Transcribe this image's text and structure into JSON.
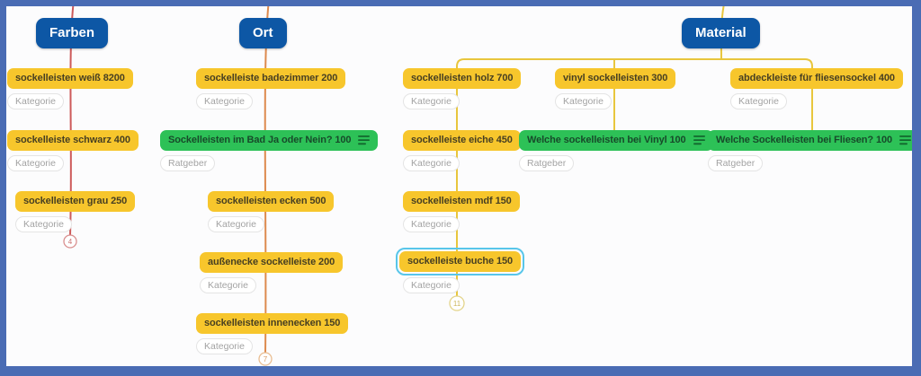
{
  "colors": {
    "frame_blue": "#4a6cb4",
    "branch_button_bg": "#0d57a5",
    "keyword_node_bg": "#f7c62c",
    "question_node_bg": "#2dc157",
    "selected_outline": "#58c6ea",
    "farben_line": "#cd5a5a",
    "ort_line": "#dd8a4e",
    "material_line": "#e8c63d"
  },
  "icons": {
    "question_menu_icon": "hamburger-menu"
  },
  "branches": {
    "farben": {
      "label": "Farben",
      "badge": "4",
      "nodes": [
        {
          "label": "sockelleisten weiß 8200",
          "tag": "Kategorie"
        },
        {
          "label": "sockelleiste schwarz 400",
          "tag": "Kategorie"
        },
        {
          "label": "sockelleisten grau 250",
          "tag": "Kategorie"
        }
      ]
    },
    "ort": {
      "label": "Ort",
      "badge": "7",
      "nodes": [
        {
          "label": "sockelleiste badezimmer 200",
          "tag": "Kategorie"
        },
        {
          "label": "Sockelleisten im Bad Ja oder Nein? 100",
          "tag": "Ratgeber"
        },
        {
          "label": "sockelleisten ecken 500",
          "tag": "Kategorie"
        },
        {
          "label": "außenecke sockelleiste 200",
          "tag": "Kategorie"
        },
        {
          "label": "sockelleisten innenecken 150",
          "tag": "Kategorie"
        }
      ]
    },
    "material": {
      "label": "Material",
      "badge": "11",
      "col1": [
        {
          "label": "sockelleisten holz 700",
          "tag": "Kategorie"
        },
        {
          "label": "sockelleiste eiche 450",
          "tag": "Kategorie"
        },
        {
          "label": "sockelleisten mdf 150",
          "tag": "Kategorie"
        },
        {
          "label": "sockelleiste buche 150",
          "tag": "Kategorie",
          "selected": true
        }
      ],
      "col2": [
        {
          "label": "vinyl sockelleisten 300",
          "tag": "Kategorie"
        },
        {
          "label": "Welche sockelleisten bei Vinyl 100",
          "tag": "Ratgeber"
        }
      ],
      "col3": [
        {
          "label": "abdeckleiste für fliesensockel 400",
          "tag": "Kategorie"
        },
        {
          "label": "Welche Sockelleisten bei Fliesen? 100",
          "tag": "Ratgeber"
        }
      ]
    }
  }
}
